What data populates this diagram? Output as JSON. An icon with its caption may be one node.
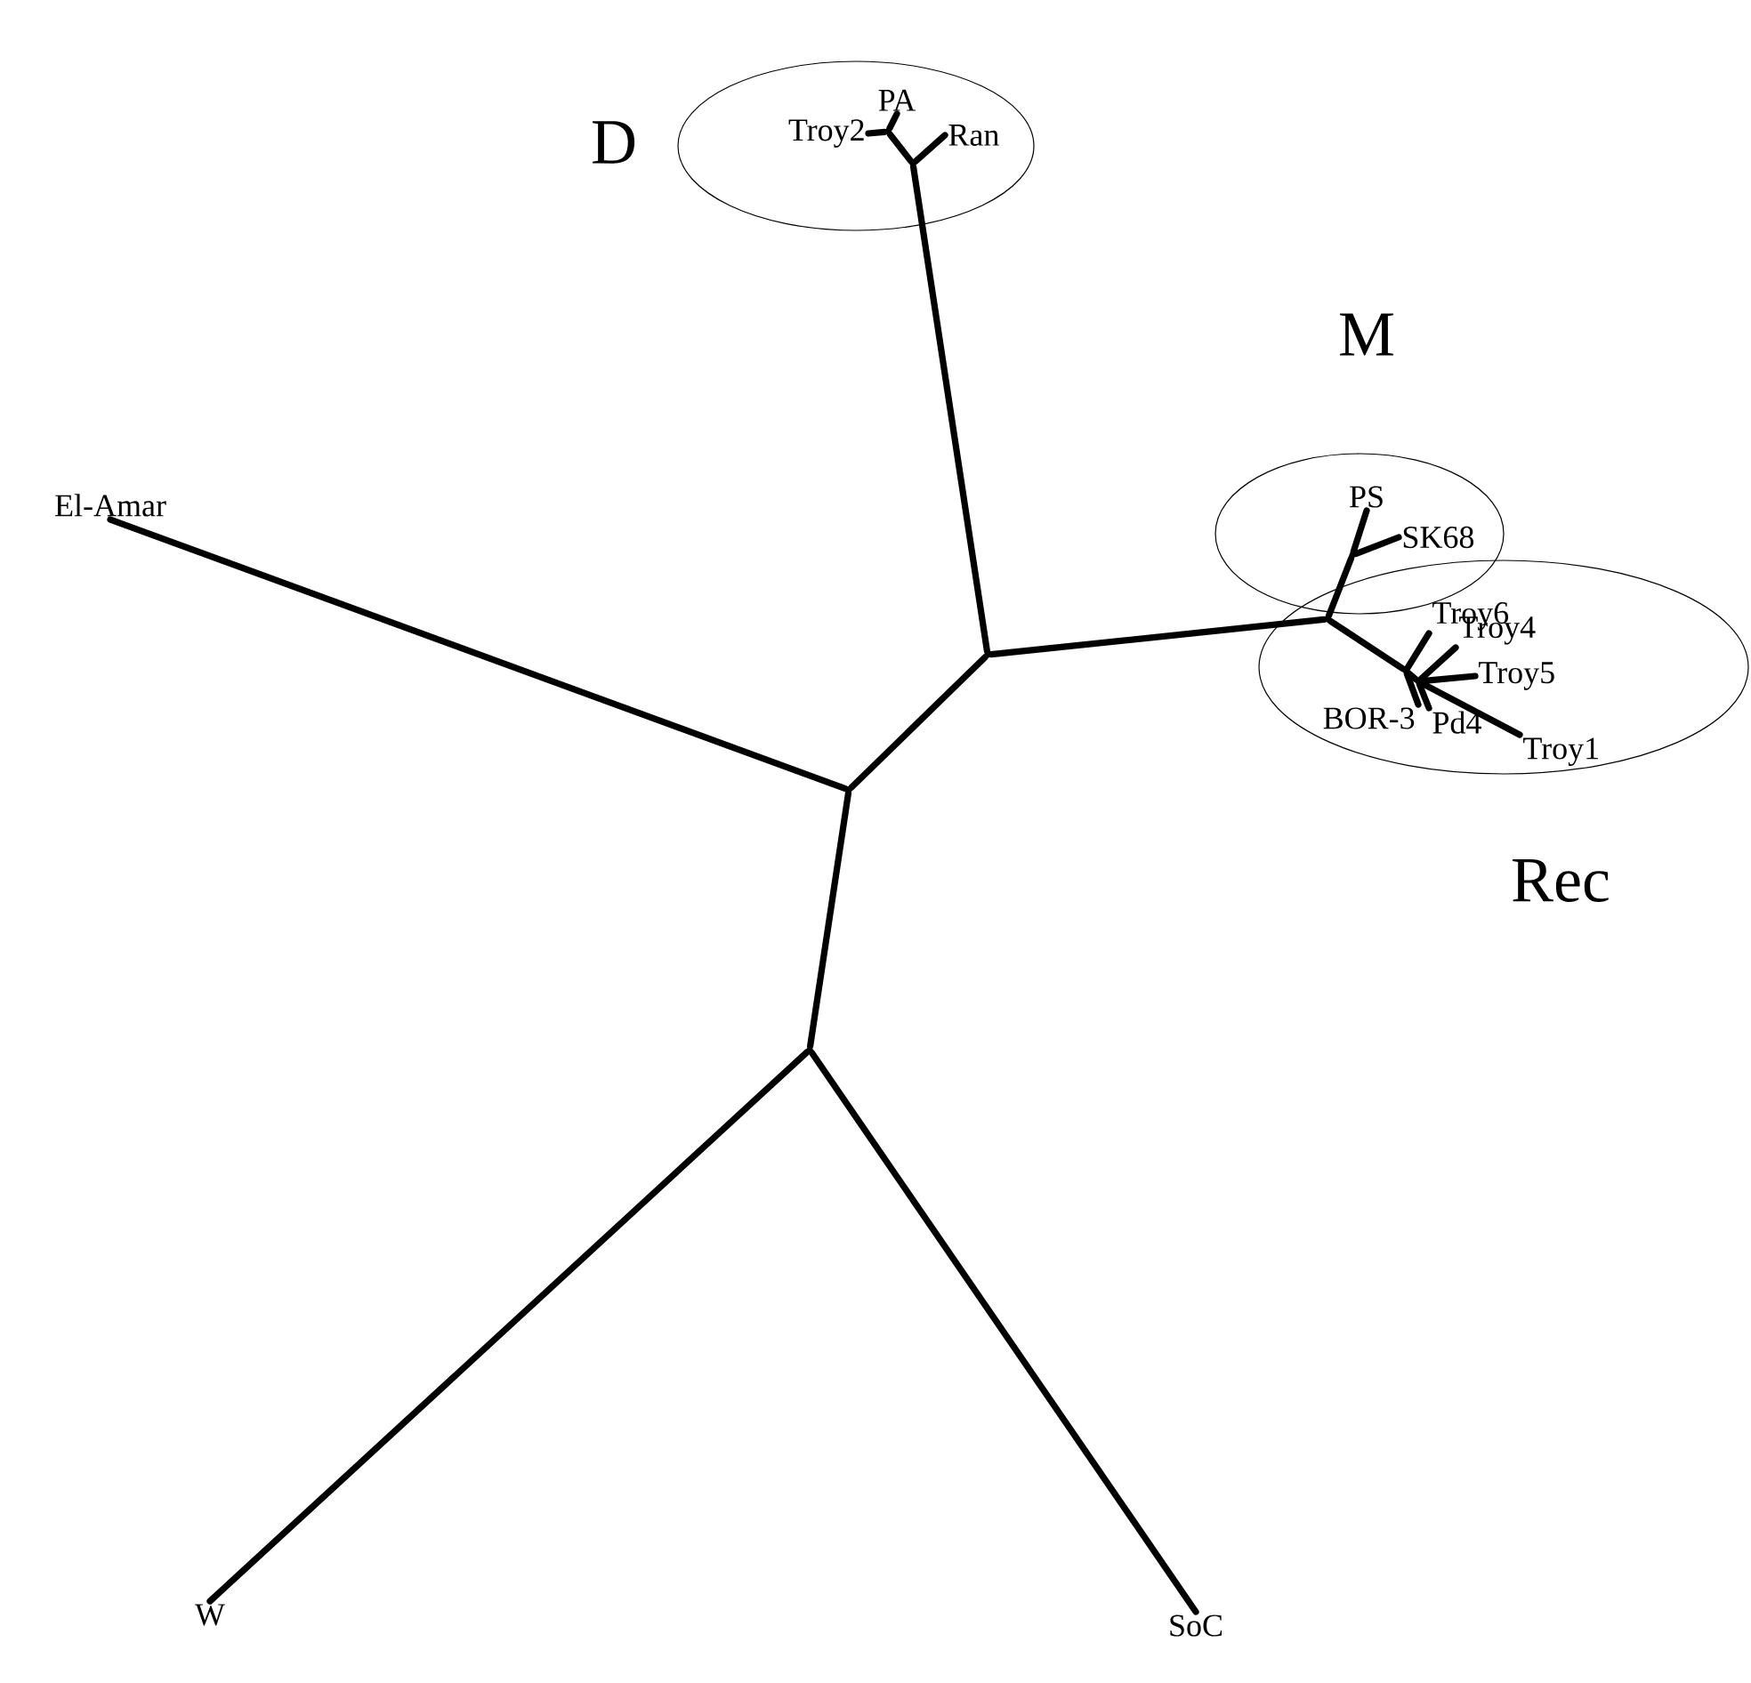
{
  "diagram": {
    "nodes": [
      {
        "text": [
          "D"
        ]
      },
      {
        "text": [
          "PA"
        ],
        "in": 0
      },
      {
        "text": [
          "Troy2"
        ],
        "in": 0
      },
      {
        "text": [
          "Ran"
        ],
        "in": 0
      },
      {
        "text": [],
        "shape": "point",
        "in": 0
      },
      {
        "text": [],
        "shape": "point",
        "in": 0
      },
      {
        "text": [
          "M"
        ]
      },
      {
        "text": [
          "PS"
        ],
        "in": 6
      },
      {
        "text": [
          "SK68"
        ],
        "in": 6
      },
      {
        "text": [],
        "shape": "point",
        "in": 6
      },
      {
        "text": [
          "El-Amar"
        ]
      },
      {
        "text": [],
        "shape": "point"
      },
      {
        "text": [
          "Rec"
        ]
      },
      {
        "text": [],
        "shape": "point",
        "in": 12
      },
      {
        "text": [
          "Troy6"
        ],
        "in": 12
      },
      {
        "text": [
          "Troy4"
        ],
        "in": 12
      },
      {
        "text": [
          "Troy5"
        ],
        "in": 12
      },
      {
        "text": [
          "BOR-3"
        ],
        "in": 12
      },
      {
        "text": [
          "Pd4"
        ],
        "in": 12
      },
      {
        "text": [
          "Troy1"
        ],
        "in": 12
      },
      {
        "text": [],
        "shape": "point",
        "in": 12
      },
      {
        "text": [],
        "shape": "point",
        "in": 12
      },
      {
        "text": [],
        "shape": "point"
      },
      {
        "text": [],
        "shape": "point"
      },
      {
        "text": [
          "W"
        ]
      },
      {
        "text": [
          "SoC"
        ]
      }
    ],
    "edges": [
      {
        "from": 23,
        "to": 24,
        "arrow": "none"
      },
      {
        "from": 23,
        "to": 25,
        "arrow": "none"
      },
      {
        "from": 23,
        "to": 22,
        "arrow": "none"
      },
      {
        "from": 22,
        "to": 10,
        "arrow": "none"
      },
      {
        "from": 22,
        "to": 11,
        "arrow": "none"
      },
      {
        "from": 11,
        "to": 4,
        "arrow": "none"
      },
      {
        "from": 11,
        "to": 13,
        "arrow": "none"
      },
      {
        "from": 4,
        "to": 5,
        "arrow": "none"
      },
      {
        "from": 4,
        "to": 3,
        "arrow": "none"
      },
      {
        "from": 5,
        "to": 1,
        "arrow": "none"
      },
      {
        "from": 5,
        "to": 2,
        "arrow": "none"
      },
      {
        "from": 13,
        "to": 9,
        "arrow": "none"
      },
      {
        "from": 9,
        "to": 7,
        "arrow": "none"
      },
      {
        "from": 9,
        "to": 8,
        "arrow": "none"
      },
      {
        "from": 13,
        "to": 20,
        "arrow": "none"
      },
      {
        "from": 20,
        "to": 14,
        "arrow": "none"
      },
      {
        "from": 20,
        "to": 17,
        "arrow": "none"
      },
      {
        "from": 20,
        "to": 21,
        "arrow": "none"
      },
      {
        "from": 21,
        "to": 15,
        "arrow": "none"
      },
      {
        "from": 21,
        "to": 16,
        "arrow": "none"
      },
      {
        "from": 21,
        "to": 18,
        "arrow": "none"
      },
      {
        "from": 21,
        "to": 19,
        "arrow": "none"
      }
    ]
  }
}
